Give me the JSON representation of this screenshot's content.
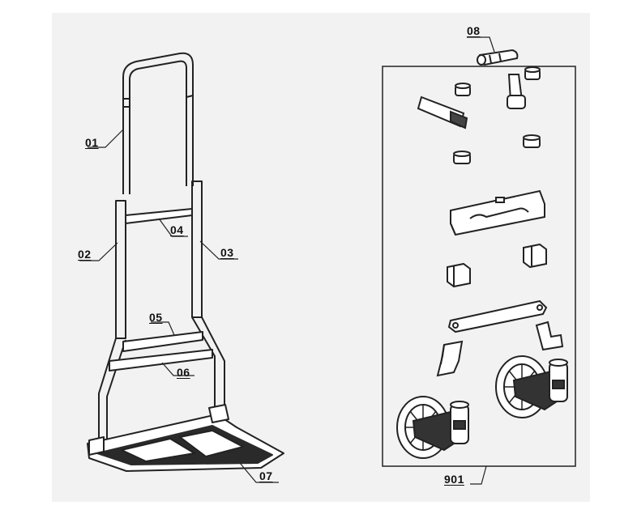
{
  "diagram": {
    "part_labels": {
      "p01": "01",
      "p02": "02",
      "p03": "03",
      "p04": "04",
      "p05": "05",
      "p06": "06",
      "p07": "07",
      "p08": "08",
      "p901": "901"
    }
  }
}
